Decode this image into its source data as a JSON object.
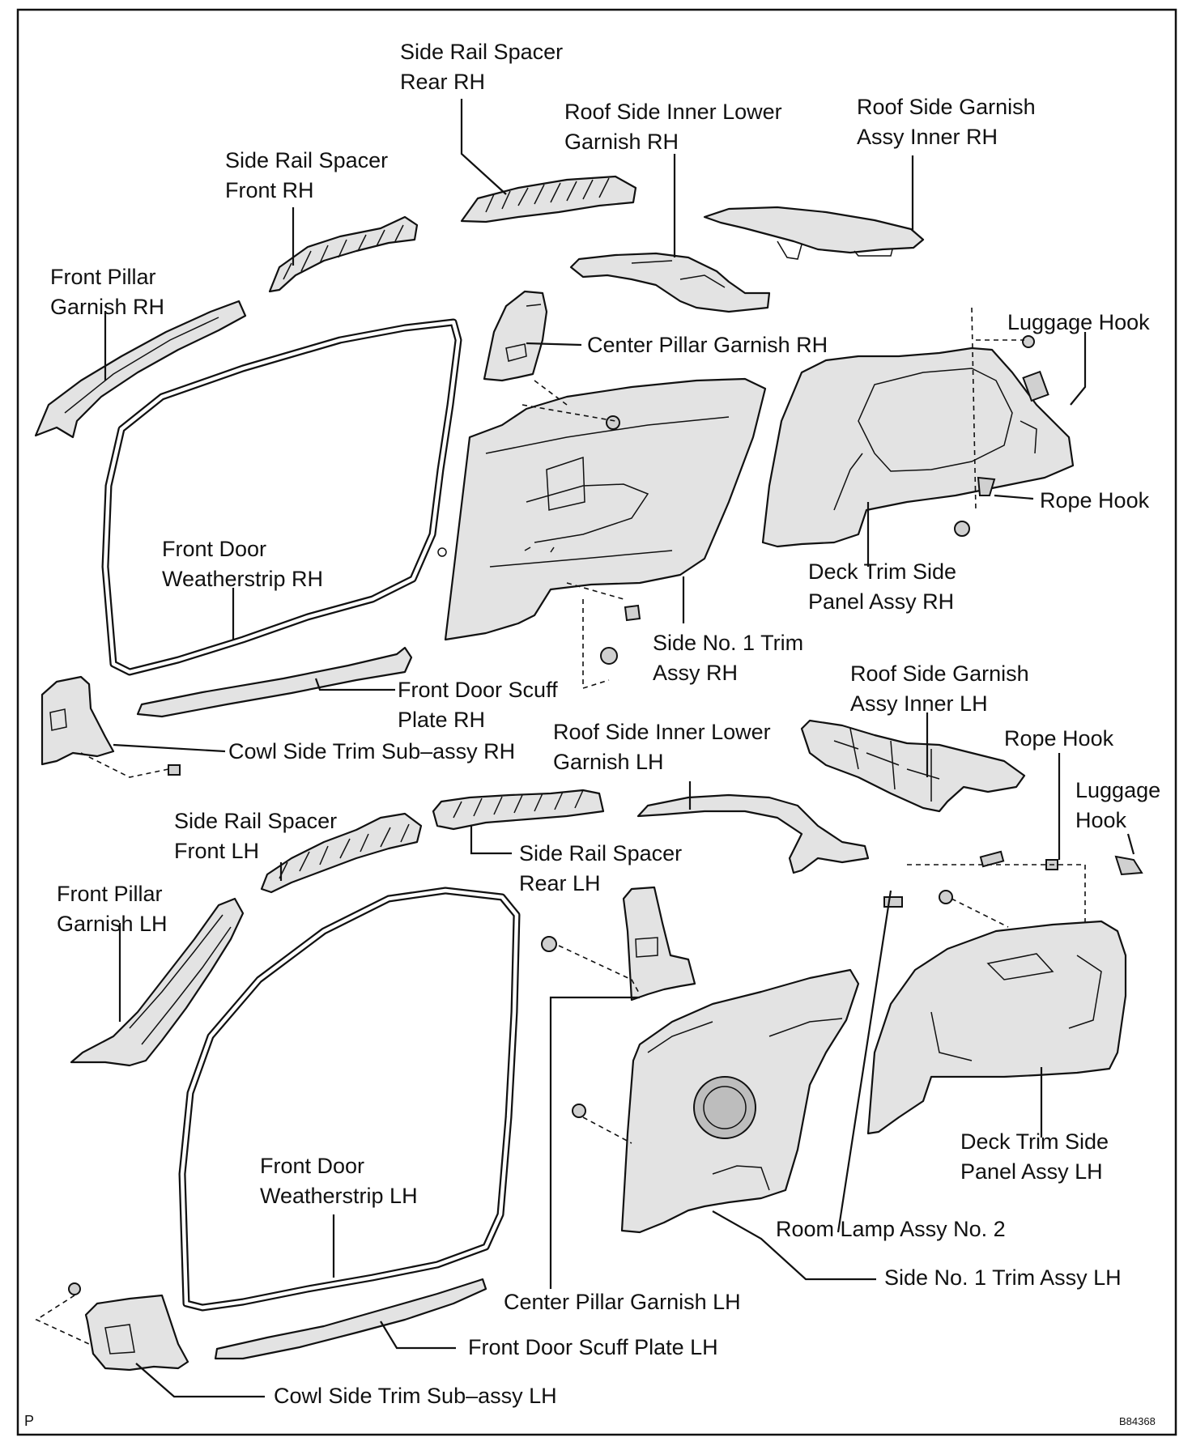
{
  "labels": {
    "side_rail_spacer_rear_rh": "Side Rail Spacer\nRear RH",
    "roof_side_inner_lower_garnish_rh": "Roof  Side  Inner  Lower\nGarnish RH",
    "roof_side_garnish_assy_inner_rh": "Roof Side Garnish\nAssy Inner RH",
    "side_rail_spacer_front_rh": "Side Rail Spacer\nFront RH",
    "front_pillar_garnish_rh": "Front Pillar\nGarnish RH",
    "luggage_hook_rh": "Luggage Hook",
    "center_pillar_garnish_rh": "Center Pillar Garnish RH",
    "rope_hook_rh": "Rope Hook",
    "deck_trim_side_panel_assy_rh": "Deck Trim Side\nPanel Assy RH",
    "front_door_weatherstrip_rh": "Front Door\nWeatherstrip RH",
    "side_no1_trim_assy_rh": "Side No. 1 Trim\nAssy RH",
    "roof_side_garnish_assy_inner_lh": "Roof Side Garnish\nAssy Inner LH",
    "front_door_scuff_plate_rh": "Front Door Scuff\nPlate RH",
    "roof_side_inner_lower_garnish_lh": "Roof  Side  Inner  Lower\nGarnish LH",
    "rope_hook_lh": "Rope Hook",
    "cowl_side_trim_sub_assy_rh": "Cowl Side Trim Sub–assy RH",
    "luggage_hook_lh": "Luggage\nHook",
    "side_rail_spacer_front_lh": "Side Rail Spacer\nFront LH",
    "side_rail_spacer_rear_lh": "Side Rail Spacer\nRear LH",
    "front_pillar_garnish_lh": "Front Pillar\nGarnish LH",
    "deck_trim_side_panel_assy_lh": "Deck Trim Side\nPanel Assy LH",
    "front_door_weatherstrip_lh": "Front Door\nWeatherstrip LH",
    "room_lamp_assy_no2": "Room Lamp Assy No. 2",
    "side_no1_trim_assy_lh": "Side No. 1 Trim Assy LH",
    "center_pillar_garnish_lh": "Center Pillar Garnish LH",
    "front_door_scuff_plate_lh": "Front Door Scuff Plate LH",
    "cowl_side_trim_sub_assy_lh": "Cowl Side Trim Sub–assy LH"
  },
  "corner": {
    "page_letter": "P",
    "figure_id": "B84368"
  }
}
